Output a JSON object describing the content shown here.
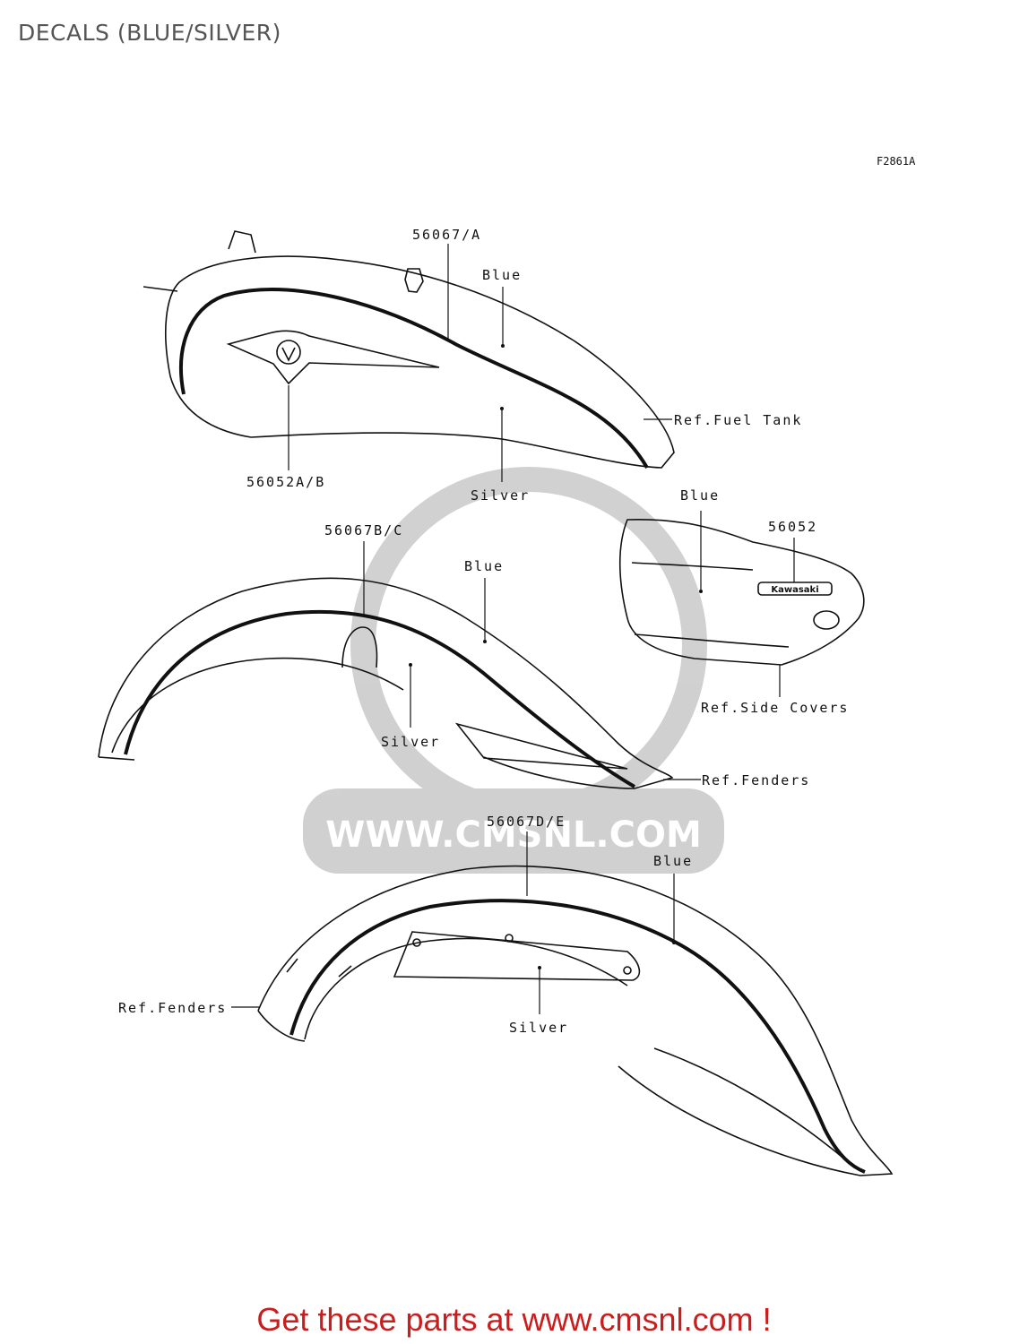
{
  "page": {
    "title": "DECALS (BLUE/SILVER)",
    "figure_code": "F2861A",
    "footer_cta": "Get these parts at www.cmsnl.com !"
  },
  "watermark": {
    "text": "WWW.CMSNL.COM"
  },
  "callouts": {
    "tank_stripe": "56067/A",
    "tank_blue": "Blue",
    "tank_ref": "Ref.Fuel Tank",
    "tank_emblem": "56052A/B",
    "tank_silver": "Silver",
    "side_blue": "Blue",
    "side_part": "56052",
    "side_ref": "Ref.Side Covers",
    "front_stripe": "56067B/C",
    "front_blue": "Blue",
    "front_silver": "Silver",
    "front_ref": "Ref.Fenders",
    "rear_stripe": "56067D/E",
    "rear_blue": "Blue",
    "rear_ref": "Ref.Fenders",
    "rear_silver": "Silver"
  },
  "badge_text": "Kawasaki"
}
